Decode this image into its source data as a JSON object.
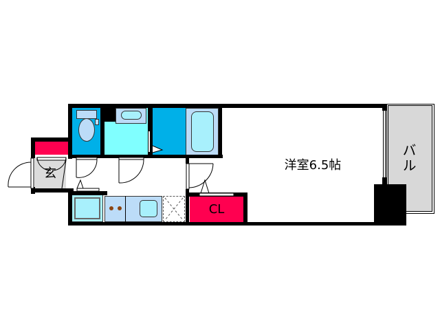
{
  "floorplan": {
    "rooms": {
      "western_room": {
        "label": "洋室6.5帖",
        "type": "Western-style room",
        "size_jo": 6.5
      },
      "balcony": {
        "label": "バル",
        "type": "Balcony"
      },
      "entrance": {
        "label": "玄",
        "type": "Entrance"
      },
      "closet": {
        "label": "CL",
        "type": "Closet"
      },
      "toilet": {
        "type": "Toilet"
      },
      "washroom": {
        "type": "Washroom / Sink"
      },
      "bathroom": {
        "type": "Bathroom / Bathtub"
      },
      "kitchen": {
        "type": "Kitchen (2-burner stove, sink)"
      },
      "washing_machine": {
        "type": "Washing machine space"
      },
      "fridge_space": {
        "type": "Refrigerator space"
      },
      "shoe_box": {
        "type": "Shoe storage"
      }
    },
    "colors": {
      "wall": "#000000",
      "closet": "#ff0050",
      "toilet_room": "#00b0e8",
      "washroom": "#80ffff",
      "fixture_light_blue": "#bcdcf8",
      "fixture_cyan": "#a8f0fc",
      "entrance_floor": "#dcdcdc",
      "balcony": "#d8d8d8",
      "burner": "#8b4513"
    }
  }
}
